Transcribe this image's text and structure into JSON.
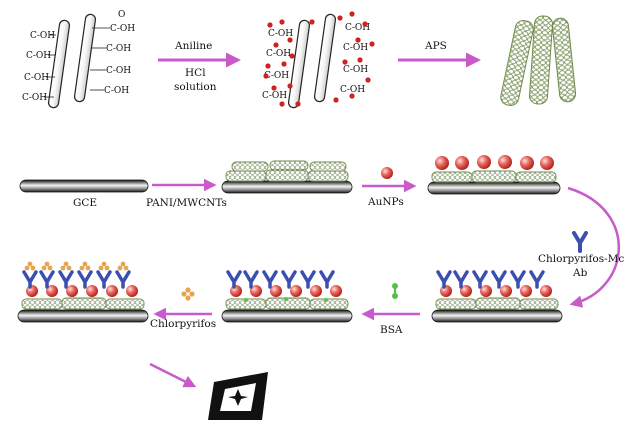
{
  "labels": {
    "cooh": "C-OH",
    "o": "O",
    "aniline": "Aniline",
    "hcl": "HCl",
    "solution": "solution",
    "aps": "APS",
    "gce": "GCE",
    "pani_mwcnts": "PANI/MWCNTs",
    "aunps": "AuNPs",
    "ab_line1": "Chlorpyrifos-Mc",
    "ab_line2": "Ab",
    "bsa": "BSA",
    "chlorpyrifos": "Chlorpyrifos"
  },
  "colors": {
    "arrow": "#c95ac9",
    "electrode_dark": "#2b2b2b",
    "electrode_light": "#f2f2f2",
    "polymer": "#6f8a4a",
    "gold_np": "#e0504a",
    "antibody": "#3b4fb0",
    "bsa": "#55c14a",
    "pesticide": "#e8a550",
    "red_dot": "#cc2222"
  },
  "icons": {
    "detector": "electrochemical-signal-icon"
  }
}
